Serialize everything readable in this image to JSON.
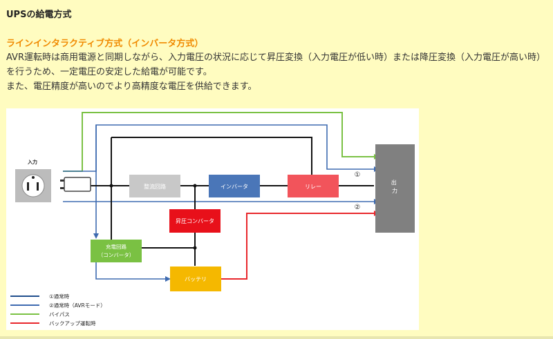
{
  "page": {
    "section_title": "UPSの給電方式",
    "subheading": "ラインインタラクティブ方式（インバータ方式）",
    "paragraph1": "AVR運転時は商用電源と同期しながら、入力電圧の状況に応じて昇圧変換（入力電圧が低い時）または降圧変換（入力電圧が高い時）を行うため、一定電圧の安定した給電が可能です。",
    "paragraph2": "また、電圧精度が高いのでより高精度な電圧を供給できます。"
  },
  "diagram": {
    "input_label": "入力",
    "output_label": "出力",
    "blocks": {
      "rectifier": "整流回路",
      "inverter": "インバータ",
      "relay": "リレー",
      "booster": "昇圧コンバータ",
      "charger_line1": "充電回路",
      "charger_line2": "（コンバータ）",
      "battery": "バッテリ"
    },
    "path_markers": {
      "m1": "①",
      "m2": "②"
    },
    "legend": [
      {
        "label": "①通常時",
        "color": "#1f4e8c"
      },
      {
        "label": "②通常時（AVRモード）",
        "color": "#3d6ab0"
      },
      {
        "label": "バイパス",
        "color": "#7ac143"
      },
      {
        "label": "バックアップ運転時",
        "color": "#e8262b"
      }
    ],
    "colors": {
      "rectifier": "#c8c8c8",
      "inverter": "#4a76b8",
      "relay": "#f2545b",
      "booster": "#e8101a",
      "charger": "#7ac143",
      "battery": "#f5b800",
      "output": "#808080",
      "internal_line": "#111111"
    }
  }
}
